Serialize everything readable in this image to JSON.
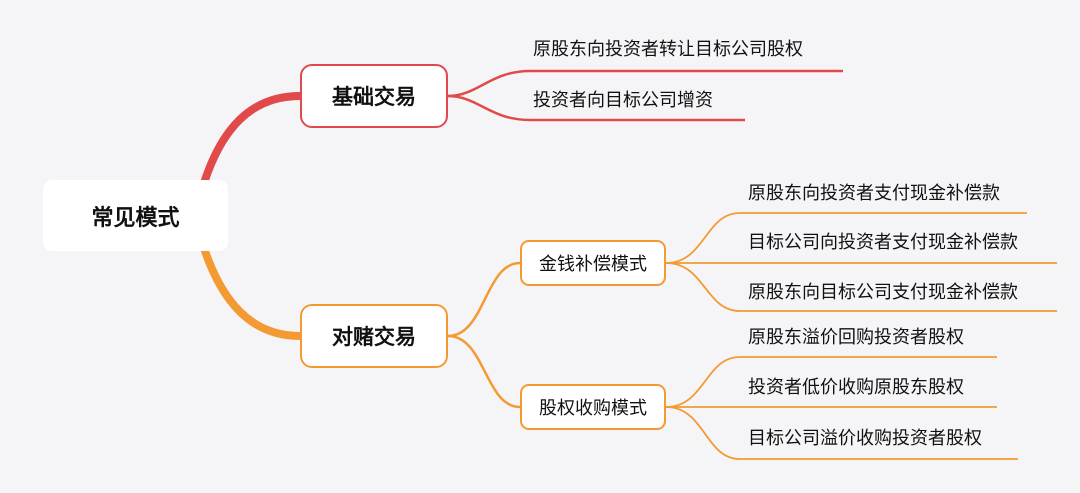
{
  "root": {
    "label": "常见模式"
  },
  "colors": {
    "red": "#e04a4a",
    "orange": "#f39a33",
    "background": "#f5f5f7"
  },
  "branches": [
    {
      "label": "基础交易",
      "items": [
        {
          "label": "原股东向投资者转让目标公司股权"
        },
        {
          "label": "投资者向目标公司增资"
        }
      ]
    },
    {
      "label": "对赌交易",
      "groups": [
        {
          "label": "金钱补偿模式",
          "items": [
            {
              "label": "原股东向投资者支付现金补偿款"
            },
            {
              "label": "目标公司向投资者支付现金补偿款"
            },
            {
              "label": "原股东向目标公司支付现金补偿款"
            }
          ]
        },
        {
          "label": "股权收购模式",
          "items": [
            {
              "label": "原股东溢价回购投资者股权"
            },
            {
              "label": "投资者低价收购原股东股权"
            },
            {
              "label": "目标公司溢价收购投资者股权"
            }
          ]
        }
      ]
    }
  ]
}
